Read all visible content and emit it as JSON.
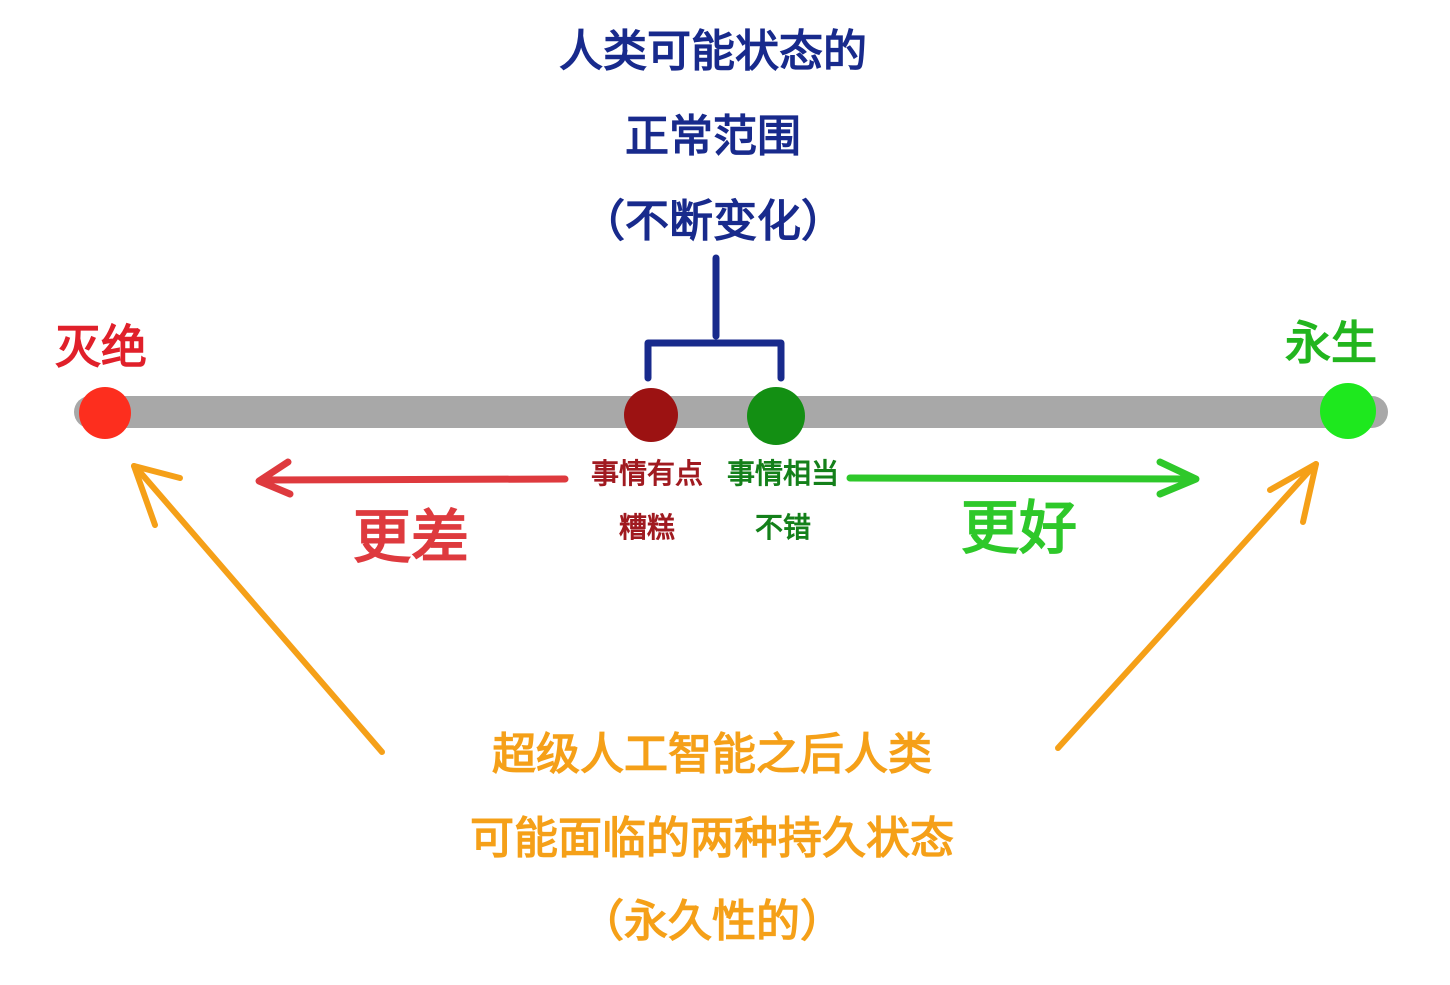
{
  "title": {
    "lines": [
      "人类可能状态的",
      "正常范围",
      "（不断变化）"
    ],
    "color": "#182a8c"
  },
  "ends": {
    "left": {
      "label": "灭绝",
      "color": "#e0202a",
      "dot_color": "#fd2e1e"
    },
    "right": {
      "label": "永生",
      "color": "#22b51e",
      "dot_color": "#1ee81e"
    }
  },
  "states": {
    "bad": {
      "lines": [
        "事情有点",
        "糟糕"
      ],
      "color": "#a01a20",
      "dot_color": "#9c1212"
    },
    "good": {
      "lines": [
        "事情相当",
        "不错"
      ],
      "color": "#14801a",
      "dot_color": "#138f13"
    }
  },
  "directions": {
    "worse": {
      "label": "更差",
      "color": "#de3a3e",
      "icon": "arrow-left-icon"
    },
    "better": {
      "label": "更好",
      "color": "#2ec82a",
      "icon": "arrow-right-icon"
    }
  },
  "footnote": {
    "lines": [
      "超级人工智能之后人类",
      "可能面临的两种持久状态",
      "（永久性的）"
    ],
    "color": "#f5a018"
  },
  "axis_color": "#a8a8a8"
}
